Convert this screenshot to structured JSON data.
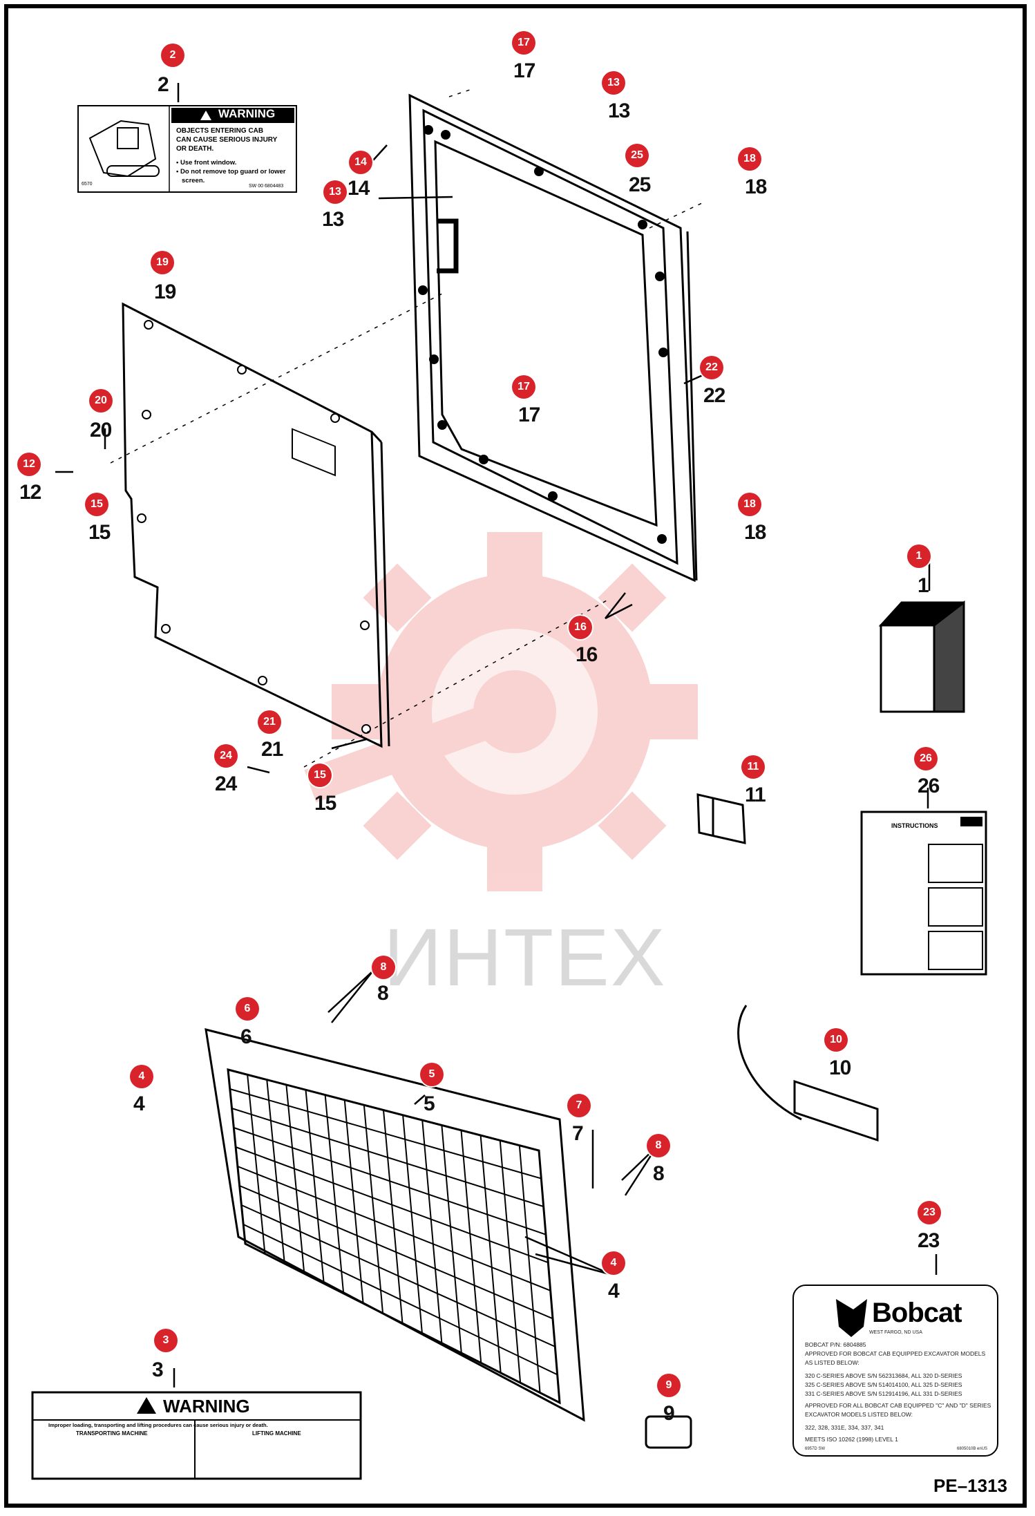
{
  "page_code": "PE–1313",
  "watermark": {
    "text": "ИНТЕХ",
    "color": "#f4a6a6"
  },
  "callout_color": "#d8232a",
  "parts": [
    {
      "n": "1"
    },
    {
      "n": "2"
    },
    {
      "n": "3"
    },
    {
      "n": "4"
    },
    {
      "n": "5"
    },
    {
      "n": "6"
    },
    {
      "n": "7"
    },
    {
      "n": "8"
    },
    {
      "n": "9"
    },
    {
      "n": "10"
    },
    {
      "n": "11"
    },
    {
      "n": "12"
    },
    {
      "n": "13"
    },
    {
      "n": "14"
    },
    {
      "n": "15"
    },
    {
      "n": "16"
    },
    {
      "n": "17"
    },
    {
      "n": "18"
    },
    {
      "n": "19"
    },
    {
      "n": "20"
    },
    {
      "n": "21"
    },
    {
      "n": "22"
    },
    {
      "n": "23"
    },
    {
      "n": "24"
    },
    {
      "n": "25"
    },
    {
      "n": "26"
    }
  ],
  "decal_2": {
    "header": "WARNING",
    "line1": "OBJECTS ENTERING CAB",
    "line2": "CAN CAUSE SERIOUS INJURY",
    "line3": "OR DEATH.",
    "bullet1": "• Use front window.",
    "bullet2": "• Do not remove top guard or lower",
    "bullet3": "screen.",
    "code_left": "6570",
    "code_right": "SW 00 6804483"
  },
  "decal_3": {
    "header": "WARNING",
    "subtitle": "Improper loading, transporting and lifting procedures can cause serious injury or death.",
    "left_heading": "TRANSPORTING MACHINE",
    "right_heading": "LIFTING MACHINE"
  },
  "decal_23": {
    "brand": "Bobcat",
    "location": "WEST FARGO, ND USA",
    "pn": "BOBCAT P/N: 6804885",
    "approved1": "APPROVED FOR BOBCAT CAB EQUIPPED EXCAVATOR MODELS",
    "approved2": "AS LISTED BELOW:",
    "s320": "320 C-SERIES ABOVE S/N 562313684, ALL 320 D-SERIES",
    "s325": "325 C-SERIES ABOVE S/N 514014100, ALL 325 D-SERIES",
    "s331": "331 C-SERIES ABOVE S/N 512914196, ALL 331 D-SERIES",
    "approved3": "APPROVED FOR ALL BOBCAT CAB EQUIPPED \"C\" AND \"D\" SERIES",
    "approved4": "EXCAVATOR MODELS LISTED BELOW:",
    "models": "322, 328, 331E, 334, 337, 341",
    "iso": "MEETS ISO 10262 (1998) LEVEL 1",
    "code_left": "6957D SW",
    "code_right": "6805010B enUS"
  },
  "manual_26": {
    "header": "INSTRUCTIONS"
  }
}
